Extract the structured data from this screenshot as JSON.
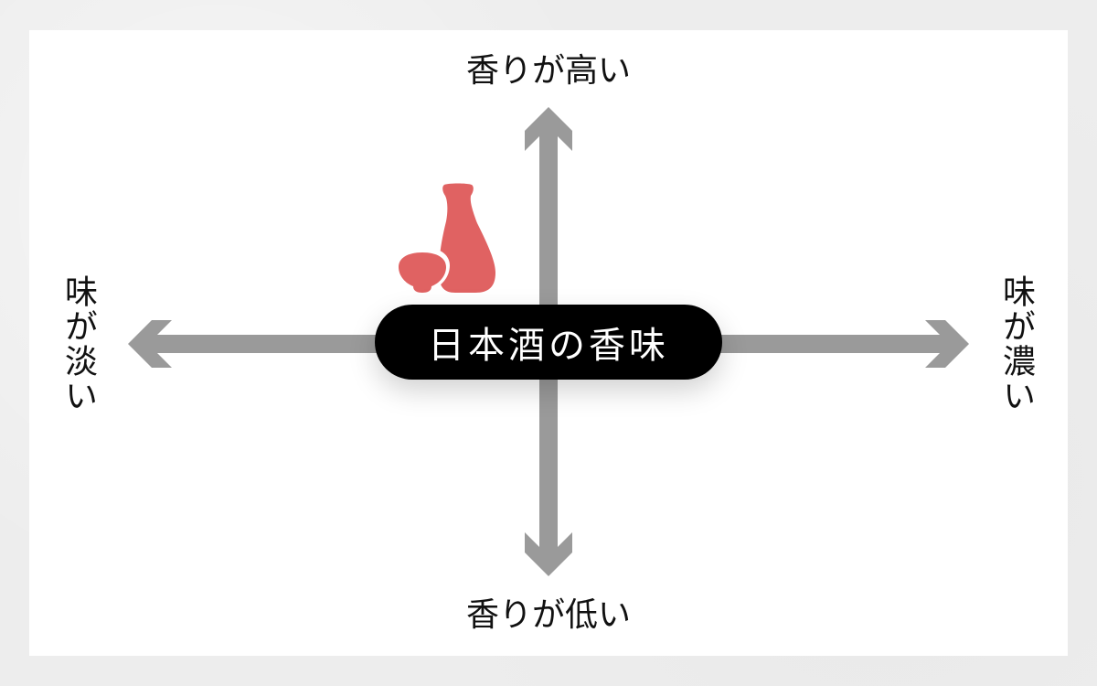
{
  "diagram": {
    "title": "日本酒の香味",
    "axes": {
      "top": "香りが高い",
      "bottom": "香りが低い",
      "left": "味が淡い",
      "right": "味が濃い"
    },
    "icon": "sake-bottle-and-cup-icon",
    "colors": {
      "arrow": "#9a9a9a",
      "icon": "#e06262",
      "pill_bg": "#000000",
      "pill_text": "#ffffff",
      "label_text": "#111111",
      "page_bg": "#ededed",
      "card_bg": "#ffffff"
    }
  }
}
